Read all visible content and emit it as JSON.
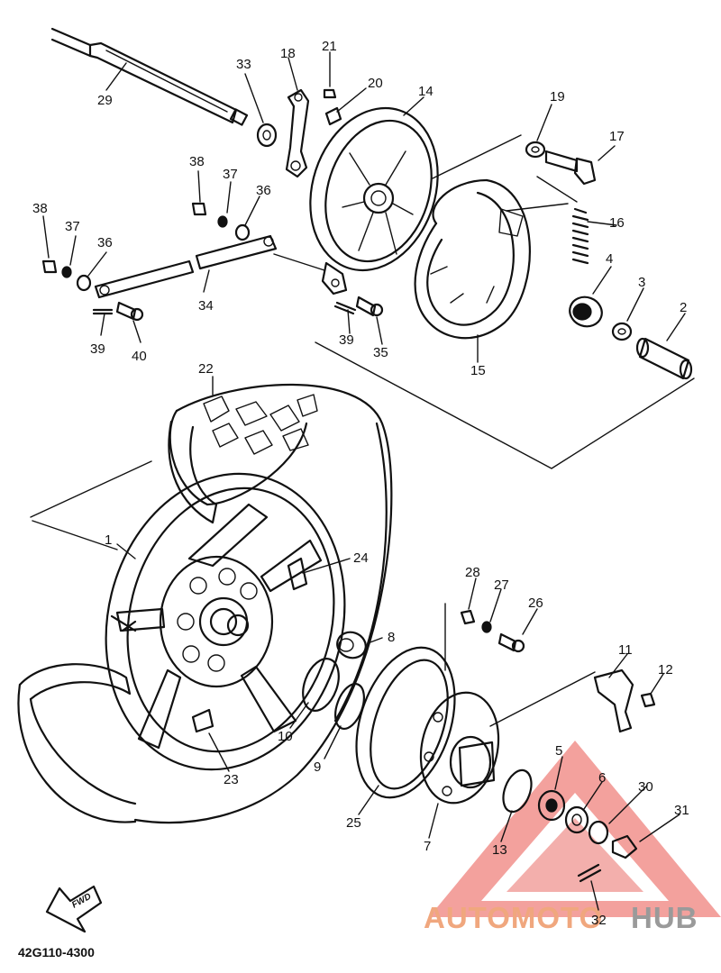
{
  "diagram": {
    "part_code": "42G110-4300",
    "fwd_label": "FWD",
    "callouts": [
      "1",
      "2",
      "3",
      "4",
      "5",
      "6",
      "7",
      "8",
      "9",
      "10",
      "11",
      "12",
      "13",
      "14",
      "15",
      "16",
      "17",
      "18",
      "19",
      "20",
      "21",
      "22",
      "23",
      "24",
      "25",
      "26",
      "27",
      "28",
      "29",
      "30",
      "31",
      "32",
      "33",
      "34",
      "35",
      "36",
      "37",
      "38",
      "39",
      "40"
    ],
    "duplicate_callouts": [
      "36",
      "37",
      "38",
      "39"
    ]
  },
  "watermark": {
    "text_part1": "AUTOMOTO",
    "text_part2": "HUB",
    "color_part1": "#f0a77e",
    "color_part2": "#9a9a9a",
    "triangle_color": "#e8554f"
  }
}
